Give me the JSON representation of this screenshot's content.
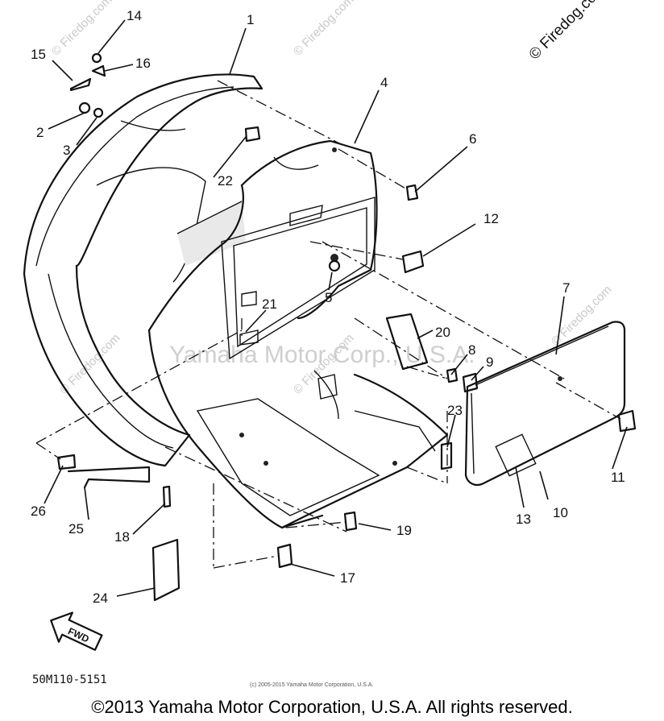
{
  "watermarks": {
    "site": "© Firedog.com",
    "center": "Yamaha Motor Corp., U.S.A."
  },
  "callouts": [
    "1",
    "2",
    "3",
    "4",
    "5",
    "6",
    "7",
    "8",
    "9",
    "10",
    "11",
    "12",
    "13",
    "14",
    "15",
    "16",
    "17",
    "18",
    "19",
    "20",
    "21",
    "22",
    "23",
    "24",
    "25",
    "26"
  ],
  "arrow_label": "FWD",
  "diagram_code": "50M110-5151",
  "small_copyright": "(c) 2005-2015 Yamaha Motor Corporation, U.S.A.",
  "footer_copyright": "©2013 Yamaha Motor Corporation, U.S.A. All rights reserved."
}
